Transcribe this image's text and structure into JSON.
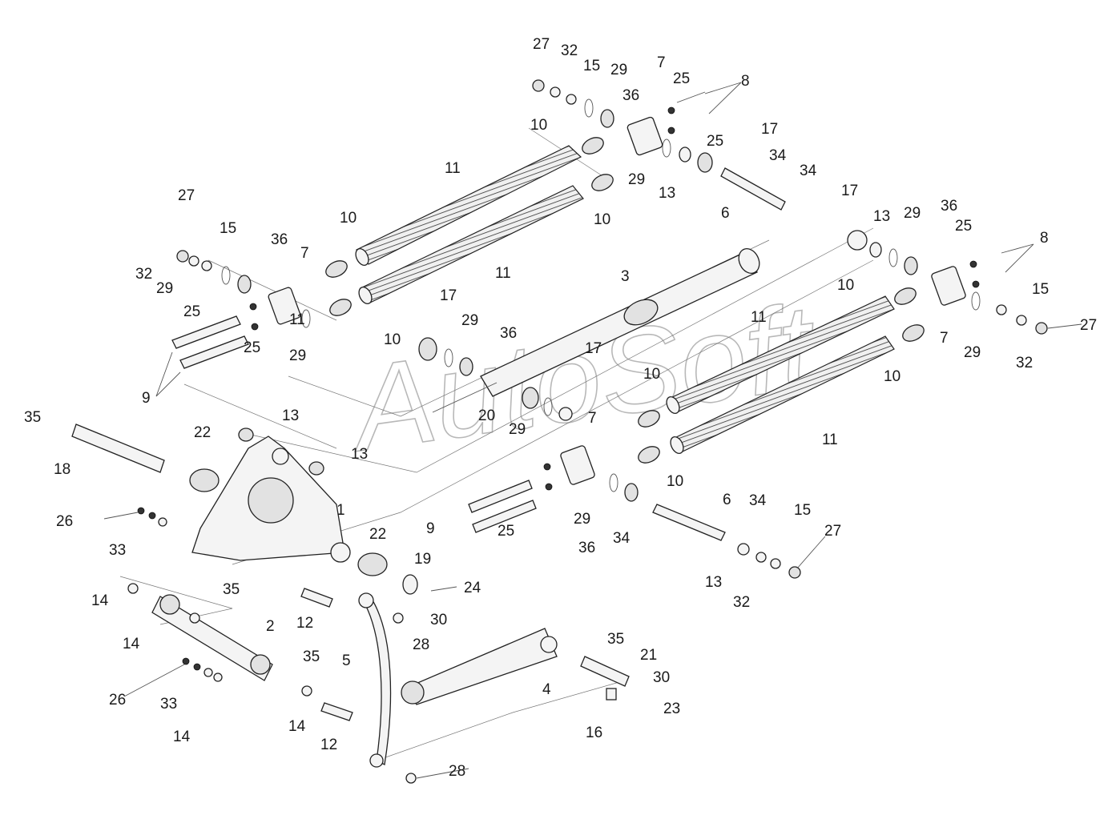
{
  "watermark": "AutoSoft",
  "callouts": {
    "c1": "27",
    "c2": "32",
    "c3": "15",
    "c4": "29",
    "c5": "7",
    "c6": "25",
    "c7": "8",
    "c8": "36",
    "c9": "10",
    "c10": "25",
    "c11": "17",
    "c12": "34",
    "c13": "29",
    "c14": "13",
    "c15": "34",
    "c16": "11",
    "c17": "10",
    "c18": "6",
    "c19": "17",
    "c20": "13",
    "c21": "29",
    "c22": "36",
    "c23": "25",
    "c24": "8",
    "c25": "27",
    "c26": "15",
    "c27": "32",
    "c28": "36",
    "c29": "7",
    "c30": "29",
    "c31": "25",
    "c32": "10",
    "c33": "11",
    "c34": "3",
    "c35": "17",
    "c36": "29",
    "c37": "36",
    "c38": "10",
    "c39": "11",
    "c40": "7",
    "c41": "10",
    "c42": "15",
    "c43": "27",
    "c44": "32",
    "c45": "29",
    "c46": "10",
    "c47": "11",
    "c48": "17",
    "c49": "10",
    "c50": "7",
    "c51": "29",
    "c52": "20",
    "c53": "11",
    "c54": "10",
    "c55": "35",
    "c56": "13",
    "c57": "22",
    "c58": "18",
    "c59": "13",
    "c60": "1",
    "c61": "6",
    "c62": "34",
    "c63": "9",
    "c64": "25",
    "c65": "29",
    "c66": "36",
    "c67": "34",
    "c68": "15",
    "c69": "27",
    "c70": "26",
    "c71": "33",
    "c72": "22",
    "c73": "19",
    "c74": "24",
    "c75": "35",
    "c76": "13",
    "c77": "32",
    "c78": "14",
    "c79": "12",
    "c80": "30",
    "c81": "2",
    "c82": "28",
    "c83": "14",
    "c84": "35",
    "c85": "5",
    "c86": "21",
    "c87": "35",
    "c88": "4",
    "c89": "30",
    "c90": "26",
    "c91": "33",
    "c92": "14",
    "c93": "12",
    "c94": "23",
    "c95": "16",
    "c96": "14",
    "c97": "28",
    "c98": "9",
    "c99": "25",
    "c100": "29"
  }
}
